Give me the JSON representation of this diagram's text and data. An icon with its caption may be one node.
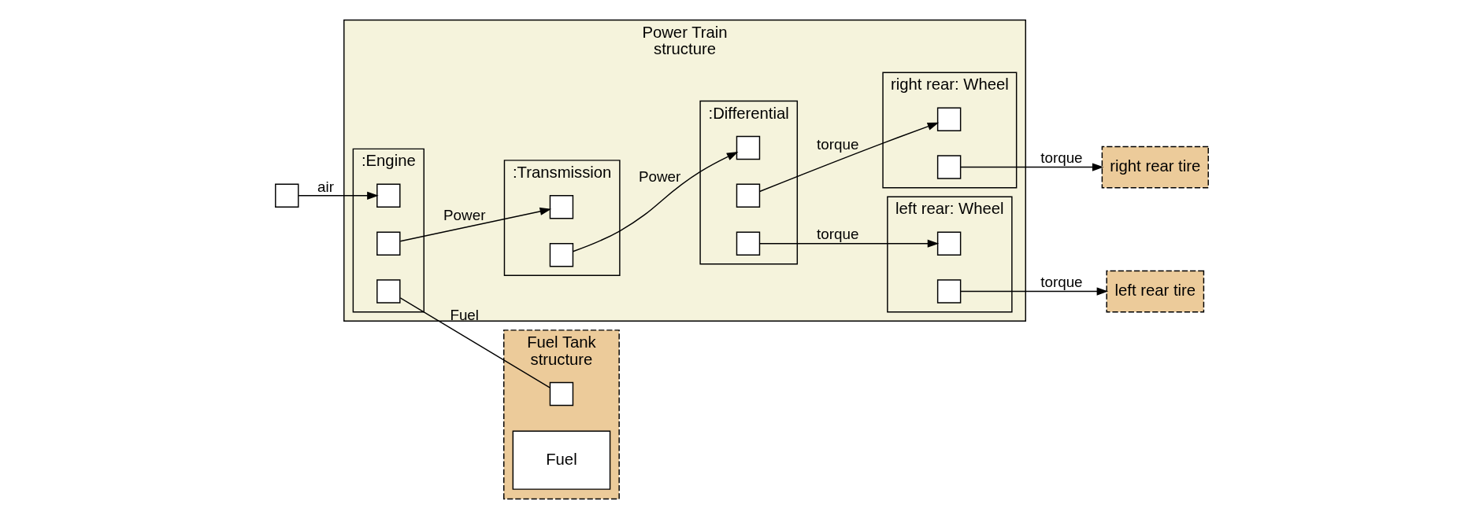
{
  "diagram": {
    "nodes": [
      {
        "text": [
          "Power Train",
          "structure"
        ]
      },
      {
        "text": [],
        "shape": "box"
      },
      {
        "text": [
          ":Engine"
        ],
        "in": 0
      },
      {
        "text": [],
        "shape": "box",
        "in": 2
      },
      {
        "text": [],
        "shape": "box",
        "in": 2
      },
      {
        "text": [],
        "shape": "box",
        "in": 2
      },
      {
        "text": [
          ":Transmission"
        ],
        "in": 0
      },
      {
        "text": [],
        "shape": "box",
        "in": 6
      },
      {
        "text": [],
        "shape": "box",
        "in": 6
      },
      {
        "text": [
          ":Differential"
        ],
        "in": 0
      },
      {
        "text": [],
        "shape": "box",
        "in": 9
      },
      {
        "text": [],
        "shape": "box",
        "in": 9
      },
      {
        "text": [],
        "shape": "box",
        "in": 9
      },
      {
        "text": [
          "right rear: Wheel"
        ],
        "in": 0
      },
      {
        "text": [],
        "shape": "box",
        "in": 13
      },
      {
        "text": [],
        "shape": "box",
        "in": 13
      },
      {
        "text": [
          "left rear: Wheel"
        ],
        "in": 0
      },
      {
        "text": [],
        "shape": "box",
        "in": 16
      },
      {
        "text": [],
        "shape": "box",
        "in": 16
      },
      {
        "text": [
          "right rear tire"
        ]
      },
      {
        "text": [
          "left rear tire"
        ]
      },
      {
        "text": [
          "Fuel Tank",
          "structure"
        ]
      },
      {
        "text": [],
        "shape": "box",
        "in": 21
      },
      {
        "text": [
          "Fuel"
        ],
        "in": 21
      }
    ],
    "edges": [
      {
        "from": 1,
        "to": 3,
        "arrow": "to",
        "label": "air"
      },
      {
        "from": 4,
        "to": 7,
        "arrow": "to",
        "label": "Power"
      },
      {
        "from": 8,
        "to": 10,
        "arrow": "to",
        "label": "Power"
      },
      {
        "from": 11,
        "to": 14,
        "arrow": "to",
        "label": "torque"
      },
      {
        "from": 12,
        "to": 17,
        "arrow": "to",
        "label": "torque"
      },
      {
        "from": 15,
        "to": 19,
        "arrow": "to",
        "label": "torque"
      },
      {
        "from": 18,
        "to": 20,
        "arrow": "to",
        "label": "torque"
      },
      {
        "from": 5,
        "to": 22,
        "arrow": "none",
        "label": "Fuel"
      }
    ]
  }
}
